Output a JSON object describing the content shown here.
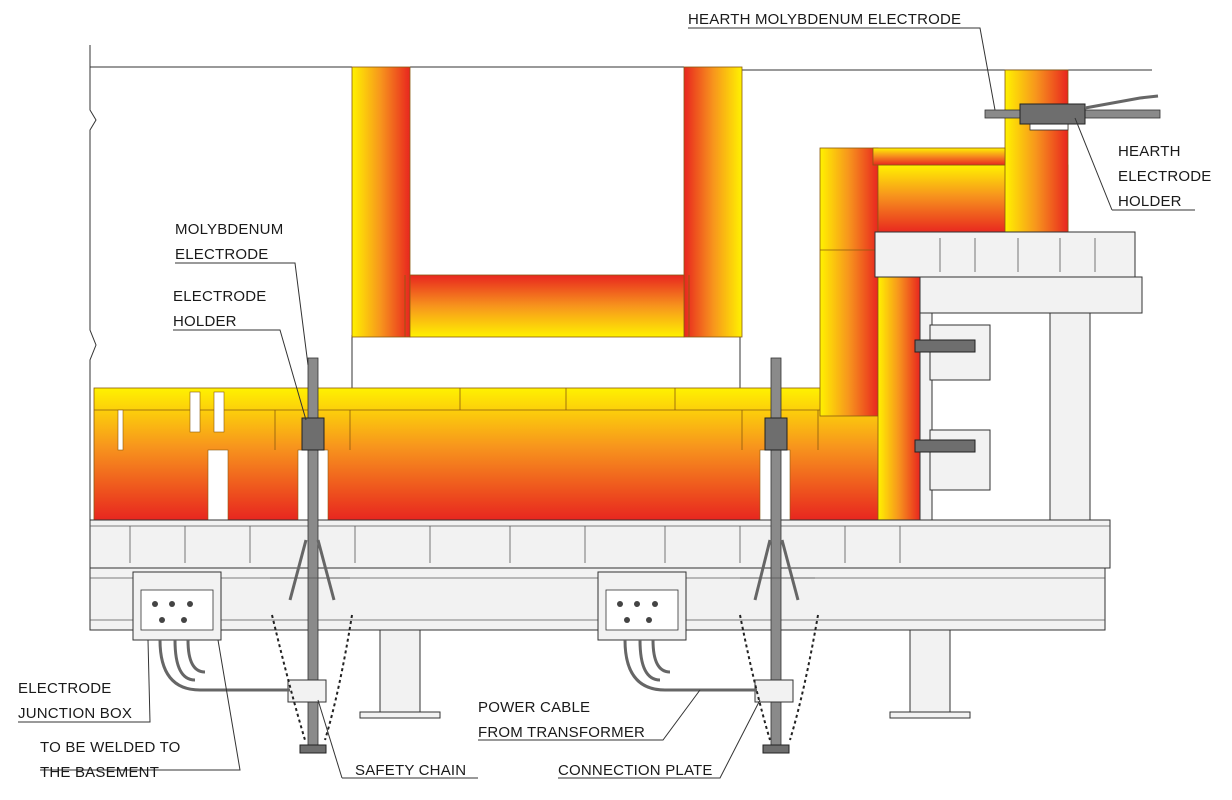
{
  "labels": {
    "hearth_moly_electrode": "HEARTH MOLYBDENUM ELECTRODE",
    "hearth_holder_1": "HEARTH",
    "hearth_holder_2": "ELECTRODE",
    "hearth_holder_3": "HOLDER",
    "moly_electrode_1": "MOLYBDENUM",
    "moly_electrode_2": "ELECTRODE",
    "electrode_holder_1": "ELECTRODE",
    "electrode_holder_2": "HOLDER",
    "junction_box_1": "ELECTRODE",
    "junction_box_2": "JUNCTION BOX",
    "welded_1": "TO BE WELDED TO",
    "welded_2": "THE BASEMENT",
    "safety_chain": "SAFETY CHAIN",
    "power_cable_1": "POWER CABLE",
    "power_cable_2": "FROM TRANSFORMER",
    "connection_plate": "CONNECTION PLATE"
  },
  "colors": {
    "refractory_hot": "#e8261f",
    "refractory_warm": "#f7941d",
    "refractory_cool": "#fff200",
    "steel": "#f2f2f2",
    "electrode": "#8a8a8a"
  }
}
